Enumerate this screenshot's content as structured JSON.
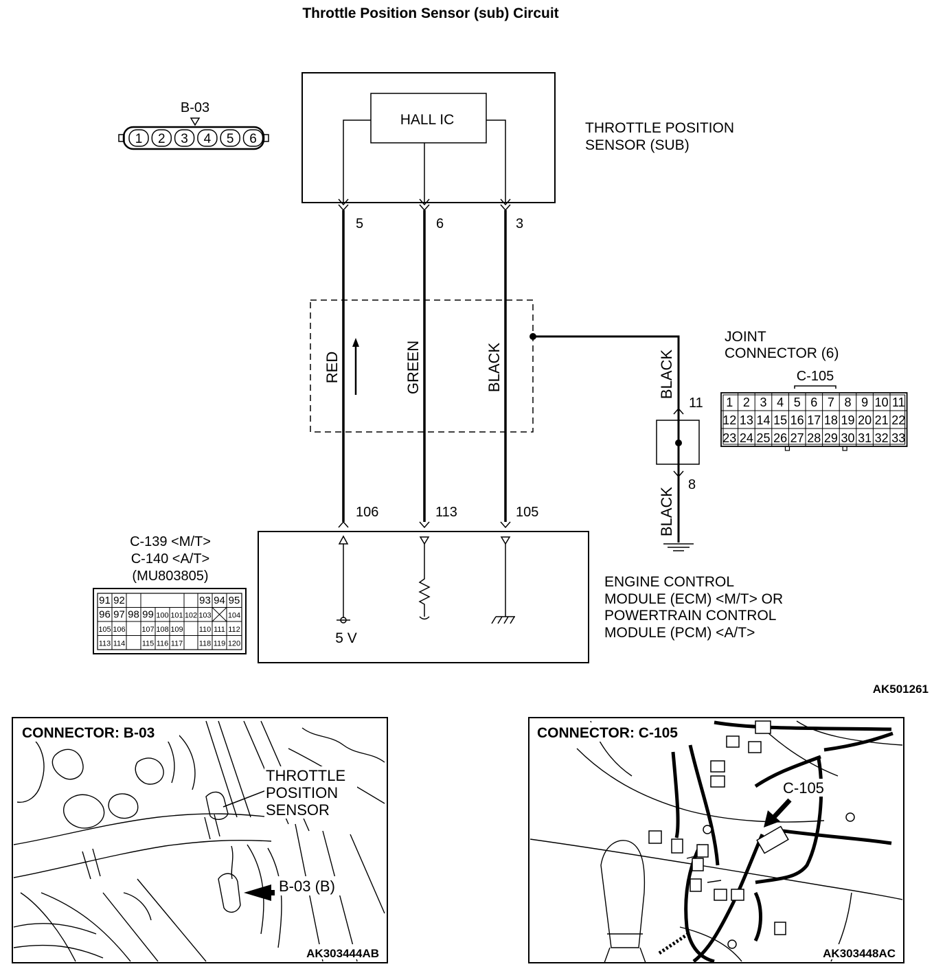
{
  "title": "Throttle Position Sensor (sub) Circuit",
  "figure_id": "AK501261",
  "sensor": {
    "connector": "B-03",
    "pins": [
      "1",
      "2",
      "3",
      "4",
      "5",
      "6"
    ],
    "ic_label": "HALL IC",
    "name_line1": "THROTTLE POSITION",
    "name_line2": "SENSOR (SUB)",
    "pin_5": "5",
    "pin_6": "6",
    "pin_3": "3"
  },
  "wires": {
    "red": "RED",
    "green": "GREEN",
    "black": "BLACK",
    "joint_upper": "BLACK",
    "joint_lower": "BLACK"
  },
  "joint": {
    "title_line1": "JOINT",
    "title_line2": "CONNECTOR (6)",
    "connector": "C-105",
    "pin_upper": "11",
    "pin_lower": "8",
    "rows": [
      [
        "1",
        "2",
        "3",
        "4",
        "5",
        "6",
        "7",
        "8",
        "9",
        "10",
        "11"
      ],
      [
        "12",
        "13",
        "14",
        "15",
        "16",
        "17",
        "18",
        "19",
        "20",
        "21",
        "22"
      ],
      [
        "23",
        "24",
        "25",
        "26",
        "27",
        "28",
        "29",
        "30",
        "31",
        "32",
        "33"
      ]
    ]
  },
  "ecm": {
    "pin_106": "106",
    "pin_113": "113",
    "pin_105": "105",
    "voltage": "5 V",
    "conn_line1": "C-139 <M/T>",
    "conn_line2": "C-140 <A/T>",
    "conn_line3": "(MU803805)",
    "name_line1": "ENGINE CONTROL",
    "name_line2": "MODULE (ECM) <M/T> OR",
    "name_line3": "POWERTRAIN CONTROL",
    "name_line4": "MODULE (PCM) <A/T>",
    "grid_row1": [
      "91",
      "92",
      "93",
      "94",
      "95"
    ],
    "grid_row2": [
      "96",
      "97",
      "98",
      "99",
      "100",
      "101",
      "102",
      "103",
      "104"
    ],
    "grid_row3": [
      "105",
      "106",
      "107",
      "108",
      "109",
      "110",
      "111",
      "112"
    ],
    "grid_row4": [
      "113",
      "114",
      "115",
      "116",
      "117",
      "118",
      "119",
      "120"
    ]
  },
  "photo_left": {
    "heading": "CONNECTOR: B-03",
    "callout_line1": "THROTTLE",
    "callout_line2": "POSITION",
    "callout_line3": "SENSOR",
    "arrow_label": "B-03 (B)",
    "figure_id": "AK303444AB"
  },
  "photo_right": {
    "heading": "CONNECTOR: C-105",
    "arrow_label": "C-105",
    "figure_id": "AK303448AC"
  }
}
